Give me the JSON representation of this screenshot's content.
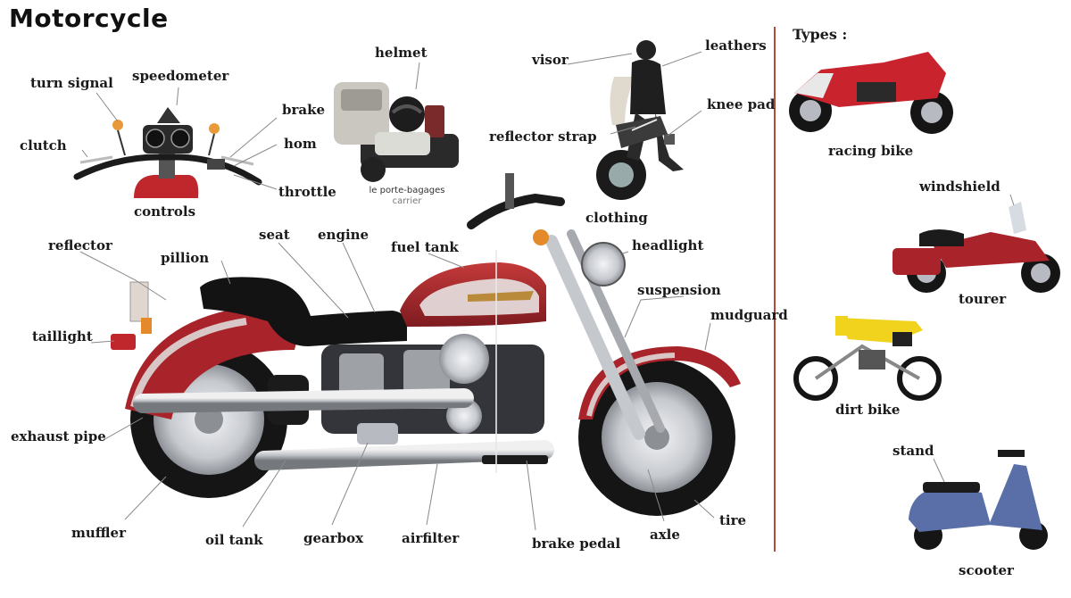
{
  "title": "Motorcycle",
  "types_heading": "Types :",
  "controls": {
    "caption": "controls",
    "turn_signal": "turn signal",
    "speedometer": "speedometer",
    "clutch": "clutch",
    "brake": "brake",
    "horn": "hom",
    "throttle": "throttle"
  },
  "helmet": {
    "label": "helmet",
    "carrier_fr": "le porte-bagages",
    "carrier_en": "carrier"
  },
  "clothing": {
    "caption": "clothing",
    "visor": "visor",
    "leathers": "leathers",
    "knee_pad": "knee pad",
    "reflector_strap": "reflector strap"
  },
  "parts": {
    "reflector": "reflector",
    "pillion": "pillion",
    "seat": "seat",
    "engine": "engine",
    "fuel_tank": "fuel tank",
    "headlight": "headlight",
    "suspension": "suspension",
    "mudguard": "mudguard",
    "taillight": "taillight",
    "exhaust_pipe": "exhaust pipe",
    "muffler": "muffler",
    "oil_tank": "oil tank",
    "gearbox": "gearbox",
    "airfilter": "airfilter",
    "brake_pedal": "brake pedal",
    "axle": "axle",
    "tire": "tire"
  },
  "types": {
    "racing": "racing bike",
    "windshield": "windshield",
    "tourer": "tourer",
    "dirt": "dirt bike",
    "stand": "stand",
    "scooter": "scooter"
  },
  "colors": {
    "bike_red": "#a8242a",
    "chrome": "#b9bcc2",
    "black": "#151515",
    "divider": "#b04a3a",
    "leader": "#8a8a8a"
  }
}
